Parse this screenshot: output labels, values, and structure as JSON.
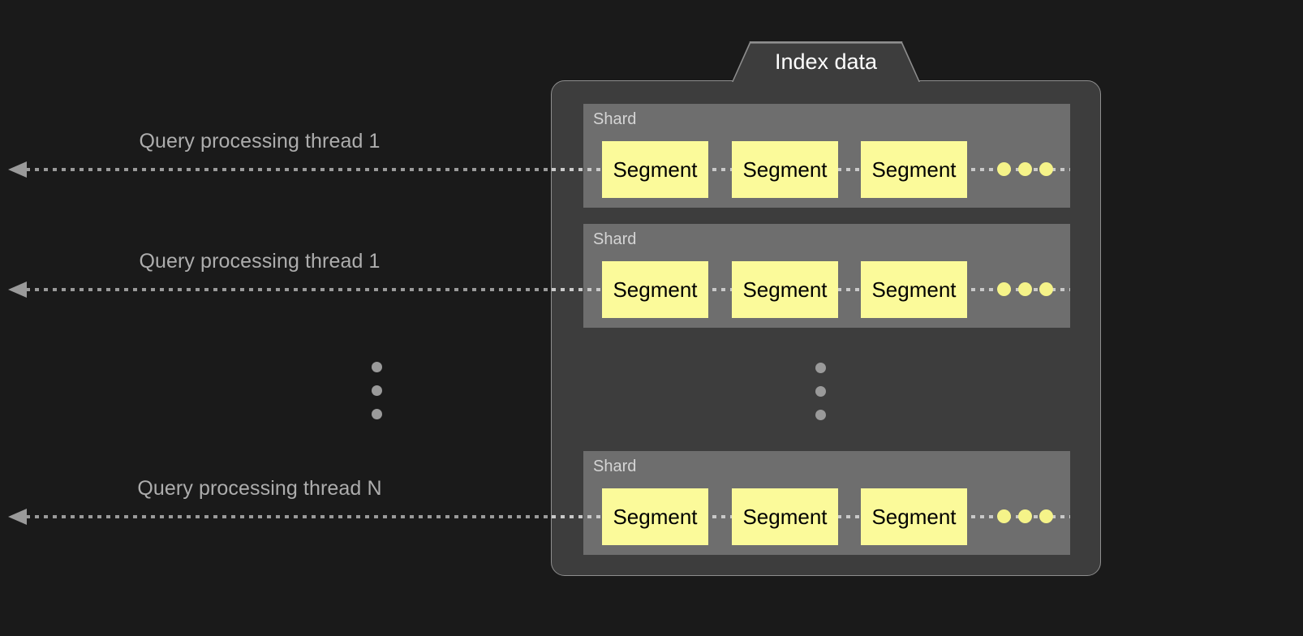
{
  "background_color": "#1a1a1a",
  "container": {
    "title": "Index data",
    "title_color": "#ffffff",
    "fill_color": "#3d3d3d",
    "border_color": "#8e8e8e"
  },
  "threads": [
    {
      "label": "Query processing thread 1",
      "arrow_icon": "arrow-left-icon"
    },
    {
      "label": "Query processing thread 1",
      "arrow_icon": "arrow-left-icon"
    },
    {
      "label": "Query processing thread N",
      "arrow_icon": "arrow-left-icon"
    }
  ],
  "thread_ellipsis": {
    "icon": "vertical-ellipsis-icon",
    "dot_count": 3
  },
  "shard_ellipsis": {
    "icon": "vertical-ellipsis-icon",
    "dot_count": 3
  },
  "shards": [
    {
      "label": "Shard",
      "segments": [
        {
          "label": "Segment"
        },
        {
          "label": "Segment"
        },
        {
          "label": "Segment"
        }
      ],
      "more_segments_icon": "horizontal-ellipsis-icon"
    },
    {
      "label": "Shard",
      "segments": [
        {
          "label": "Segment"
        },
        {
          "label": "Segment"
        },
        {
          "label": "Segment"
        }
      ],
      "more_segments_icon": "horizontal-ellipsis-icon"
    },
    {
      "label": "Shard",
      "segments": [
        {
          "label": "Segment"
        },
        {
          "label": "Segment"
        },
        {
          "label": "Segment"
        }
      ],
      "more_segments_icon": "horizontal-ellipsis-icon"
    }
  ],
  "colors": {
    "segment_fill": "#fbfa9a",
    "segment_text": "#000000",
    "shard_fill": "#6e6e6e",
    "shard_label": "#d5d5d5",
    "thread_label": "#adadad",
    "arrow": "#9a9a9a",
    "rail": "#c9c9c9",
    "segment_dot": "#f5f389",
    "ellipsis_dot": "#9a9a9a"
  }
}
